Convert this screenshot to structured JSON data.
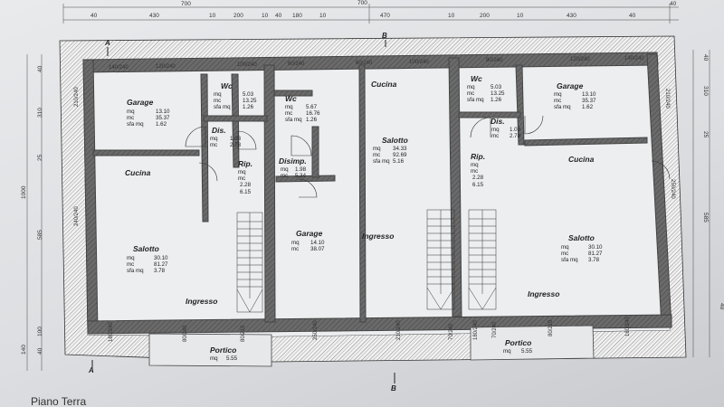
{
  "top_dims": {
    "row1": [
      "700",
      "700",
      "40"
    ],
    "row2": [
      "40",
      "430",
      "10",
      "200",
      "10",
      "40",
      "180",
      "10",
      "470",
      "10",
      "200",
      "10",
      "430",
      "40"
    ]
  },
  "left_dims": [
    "40",
    "310",
    "25",
    "585",
    "1000",
    "100",
    "40",
    "140"
  ],
  "right_dims": [
    "40",
    "310",
    "25",
    "585",
    "40"
  ],
  "window_marks": {
    "top": [
      "140/240",
      "120/240",
      "100/240",
      "60/240",
      "60/240",
      "100/240",
      "80/240",
      "120/240",
      "140/240"
    ],
    "bottom": [
      "180/240",
      "80/240",
      "80/210",
      "250/240",
      "210/240",
      "70/240",
      "180/240",
      "70/240",
      "80/210",
      "180/240"
    ],
    "side": [
      "210/240",
      "240/240",
      "210/240",
      "250/240"
    ]
  },
  "sections": {
    "a": "A",
    "b": "B"
  },
  "rooms": [
    {
      "name": "Garage",
      "rows": [
        [
          "mq",
          "13.10"
        ],
        [
          "mc",
          "35.37"
        ],
        [
          "sfa mq",
          "1.62"
        ]
      ]
    },
    {
      "name": "Wc",
      "rows": [
        [
          "mq",
          "5.03"
        ],
        [
          "mc",
          "13.25"
        ],
        [
          "sfa mq",
          "1.26"
        ]
      ]
    },
    {
      "name": "Dis.",
      "rows": [
        [
          "mq",
          "1.03"
        ],
        [
          "mc",
          "2.78"
        ]
      ]
    },
    {
      "name": "Cucina",
      "rows": []
    },
    {
      "name": "Rip.",
      "rows": [
        [
          "mq",
          ""
        ],
        [
          "mc",
          "2.28"
        ],
        [
          "",
          "6.15"
        ]
      ]
    },
    {
      "name": "Salotto",
      "rows": [
        [
          "mq",
          "30.10"
        ],
        [
          "mc",
          "81.27"
        ],
        [
          "sfa mq",
          "3.78"
        ]
      ]
    },
    {
      "name": "Ingresso",
      "rows": []
    },
    {
      "name": "Portico",
      "rows": [
        [
          "mq",
          "5.55"
        ]
      ]
    },
    {
      "name": "Wc",
      "rows": [
        [
          "mq",
          "5.67"
        ],
        [
          "mc",
          "16.76"
        ],
        [
          "sfa mq",
          "1.26"
        ]
      ]
    },
    {
      "name": "Disimp.",
      "rows": [
        [
          "mq",
          "1.98"
        ],
        [
          "mc",
          "5.34"
        ]
      ]
    },
    {
      "name": "Garage",
      "rows": [
        [
          "mq",
          "14.10"
        ],
        [
          "mc",
          "38.07"
        ]
      ]
    },
    {
      "name": "Cucina",
      "rows": []
    },
    {
      "name": "Salotto",
      "rows": [
        [
          "mq",
          "34.33"
        ],
        [
          "mc",
          "92.69"
        ],
        [
          "sfa mq",
          "5.16"
        ]
      ]
    },
    {
      "name": "Ingresso",
      "rows": []
    },
    {
      "name": "Wc",
      "rows": [
        [
          "mq",
          "5.03"
        ],
        [
          "mc",
          "13.25"
        ],
        [
          "sfa mq",
          "1.26"
        ]
      ]
    },
    {
      "name": "Dis.",
      "rows": [
        [
          "mq",
          "1.03"
        ],
        [
          "mc",
          "2.78"
        ]
      ]
    },
    {
      "name": "Garage",
      "rows": [
        [
          "mq",
          "13.10"
        ],
        [
          "mc",
          "35.37"
        ],
        [
          "sfa mq",
          "1.62"
        ]
      ]
    },
    {
      "name": "Rip.",
      "rows": [
        [
          "mq",
          ""
        ],
        [
          "mc",
          "2.28"
        ],
        [
          "",
          "6.15"
        ]
      ]
    },
    {
      "name": "Cucina",
      "rows": []
    },
    {
      "name": "Salotto",
      "rows": [
        [
          "mq",
          "30.10"
        ],
        [
          "mc",
          "81.27"
        ],
        [
          "sfa mq",
          "3.78"
        ]
      ]
    },
    {
      "name": "Ingresso",
      "rows": []
    },
    {
      "name": "Portico",
      "rows": [
        [
          "mq",
          "5.55"
        ]
      ]
    }
  ],
  "footer": {
    "title": "Piano Terra"
  }
}
